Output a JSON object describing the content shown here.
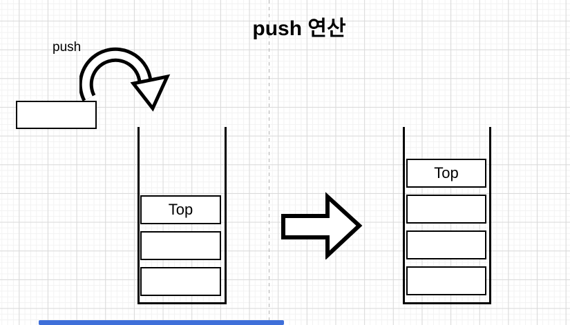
{
  "title": "push 연산",
  "annotation": {
    "push_label": "push"
  },
  "item_box": {
    "label": ""
  },
  "stack_before": {
    "cells": [
      {
        "label": "Top"
      },
      {
        "label": ""
      },
      {
        "label": ""
      }
    ]
  },
  "stack_after": {
    "cells": [
      {
        "label": "Top"
      },
      {
        "label": ""
      },
      {
        "label": ""
      },
      {
        "label": ""
      }
    ]
  },
  "icons": {
    "curved_push_arrow": "curved-push-arrow",
    "transition_arrow": "right-block-arrow"
  },
  "colors": {
    "shape_stroke": "#000000",
    "shape_fill": "#ffffff",
    "canvas_bg": "#ffffff",
    "grid_minor": "#f2f2f2",
    "grid_major": "#d9d9d9",
    "page_divider": "#b3b3b3",
    "scrollbar_thumb": "#3e6fd9",
    "text": "#000000"
  },
  "scrollbar": {
    "present": true
  }
}
